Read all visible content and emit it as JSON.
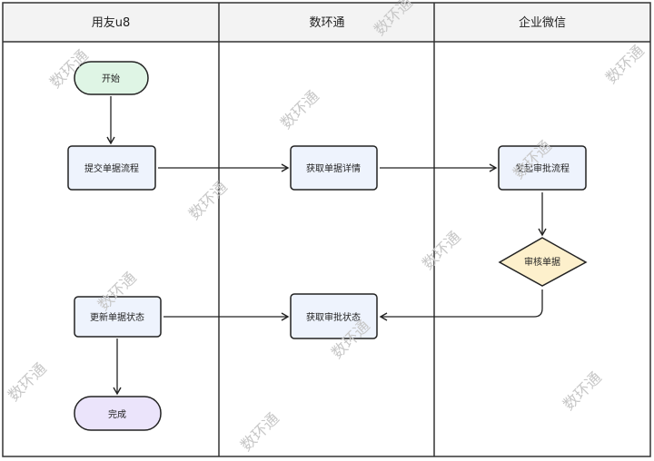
{
  "diagram": {
    "lanes": [
      {
        "id": "yonyou",
        "title": "用友u8"
      },
      {
        "id": "shuhuantong",
        "title": "数环通"
      },
      {
        "id": "wecom",
        "title": "企业微信"
      }
    ],
    "nodes": [
      {
        "id": "start",
        "label": "开始",
        "shape": "terminal",
        "fill": "#dff5e5",
        "lane": "yonyou"
      },
      {
        "id": "submit",
        "label": "提交单据流程",
        "shape": "process",
        "fill": "#eef3fd",
        "lane": "yonyou"
      },
      {
        "id": "fetch_detail",
        "label": "获取单据详情",
        "shape": "process",
        "fill": "#eef3fd",
        "lane": "shuhuantong"
      },
      {
        "id": "launch_approval",
        "label": "发起审批流程",
        "shape": "process",
        "fill": "#eef3fd",
        "lane": "wecom"
      },
      {
        "id": "review",
        "label": "审核单据",
        "shape": "decision",
        "fill": "#fdf0cc",
        "lane": "wecom"
      },
      {
        "id": "fetch_status",
        "label": "获取审批状态",
        "shape": "process",
        "fill": "#eef3fd",
        "lane": "shuhuantong"
      },
      {
        "id": "update_status",
        "label": "更新单据状态",
        "shape": "process",
        "fill": "#eef3fd",
        "lane": "yonyou"
      },
      {
        "id": "done",
        "label": "完成",
        "shape": "terminal",
        "fill": "#ebe4fb",
        "lane": "yonyou"
      }
    ],
    "edges": [
      {
        "from": "start",
        "to": "submit"
      },
      {
        "from": "submit",
        "to": "fetch_detail"
      },
      {
        "from": "fetch_detail",
        "to": "launch_approval"
      },
      {
        "from": "launch_approval",
        "to": "review"
      },
      {
        "from": "review",
        "to": "fetch_status"
      },
      {
        "from": "update_status",
        "to": "fetch_status"
      },
      {
        "from": "update_status",
        "to": "done"
      }
    ],
    "watermark": "数环通",
    "colors": {
      "border": "#333333",
      "header_bg": "#f3f3f3",
      "watermark": "#c8c8c8"
    }
  }
}
